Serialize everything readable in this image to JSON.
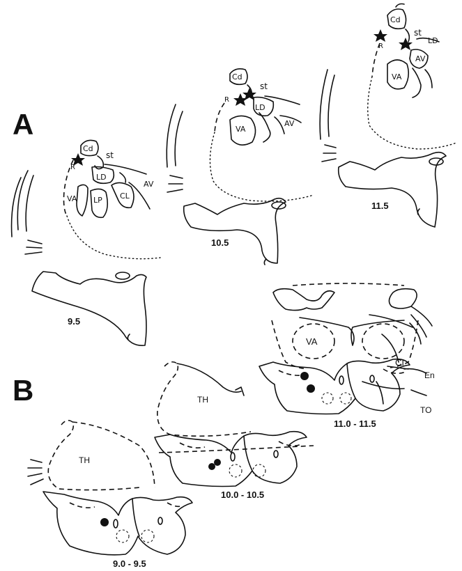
{
  "panels": {
    "a": {
      "letter": "A",
      "sections": [
        {
          "level": "9.5",
          "labels": {
            "cd": "Cd",
            "st": "st",
            "r": "R",
            "ld": "LD",
            "av": "AV",
            "cl": "CL",
            "va": "VA",
            "lp": "LP"
          }
        },
        {
          "level": "10.5",
          "labels": {
            "cd": "Cd",
            "st": "st",
            "r": "R",
            "ld": "LD",
            "av": "AV",
            "va": "VA"
          }
        },
        {
          "level": "11.5",
          "labels": {
            "cd": "Cd",
            "st": "st",
            "r": "R",
            "ld": "LD",
            "av": "AV",
            "va": "VA"
          }
        }
      ]
    },
    "b": {
      "letter": "B",
      "sections": [
        {
          "level": "9.0 - 9.5",
          "labels": {
            "th": "TH"
          }
        },
        {
          "level": "10.0 - 10.5",
          "labels": {
            "th": "TH"
          }
        },
        {
          "level": "11.0 - 11.5",
          "labels": {
            "va": "VA",
            "ci": "CI",
            "en": "En",
            "to": "TO"
          }
        }
      ]
    }
  },
  "colors": {
    "ink": "#111111",
    "background": "#ffffff"
  }
}
